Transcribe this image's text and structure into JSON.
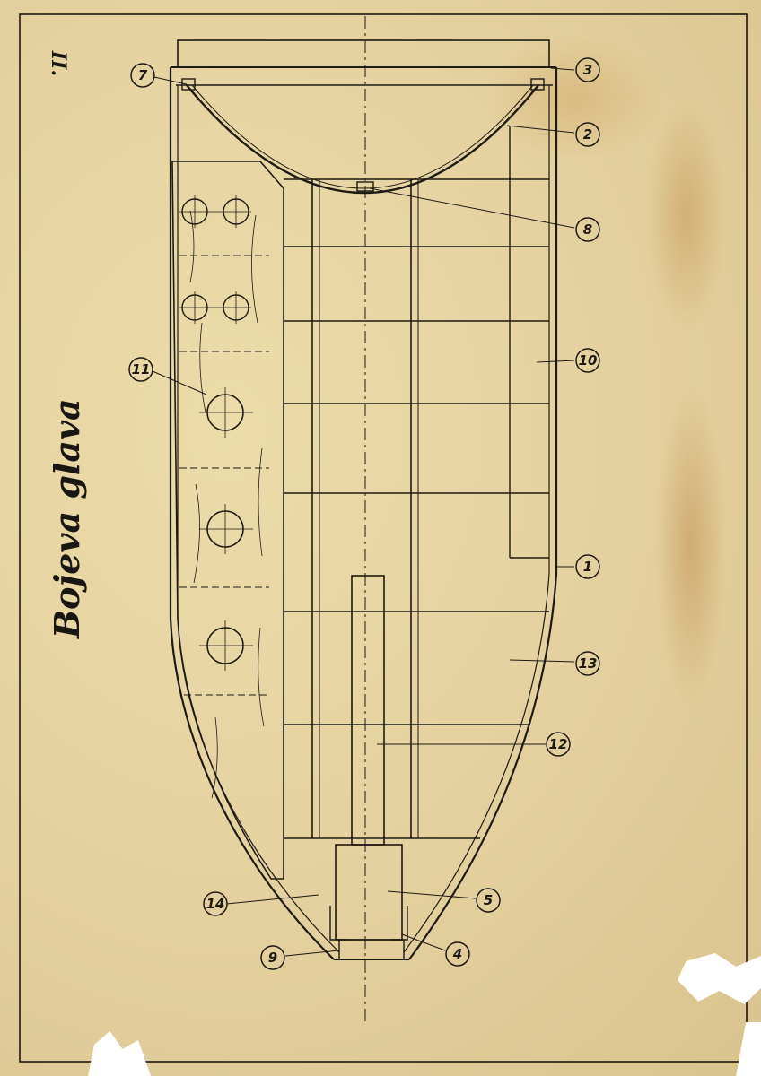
{
  "sheet": {
    "number": "II.",
    "title": "Bojeva glava"
  },
  "callouts": [
    {
      "id": "c7",
      "label": "7"
    },
    {
      "id": "c3",
      "label": "3"
    },
    {
      "id": "c2",
      "label": "2"
    },
    {
      "id": "c8",
      "label": "8"
    },
    {
      "id": "c10",
      "label": "10"
    },
    {
      "id": "c11",
      "label": "11"
    },
    {
      "id": "c1",
      "label": "1"
    },
    {
      "id": "c13",
      "label": "13"
    },
    {
      "id": "c12",
      "label": "12"
    },
    {
      "id": "c14",
      "label": "14"
    },
    {
      "id": "c5",
      "label": "5"
    },
    {
      "id": "c9",
      "label": "9"
    },
    {
      "id": "c4",
      "label": "4"
    }
  ],
  "colors": {
    "paper": "#e2cf9d",
    "ink": "#1d1a14",
    "stain": "#be8c46"
  }
}
